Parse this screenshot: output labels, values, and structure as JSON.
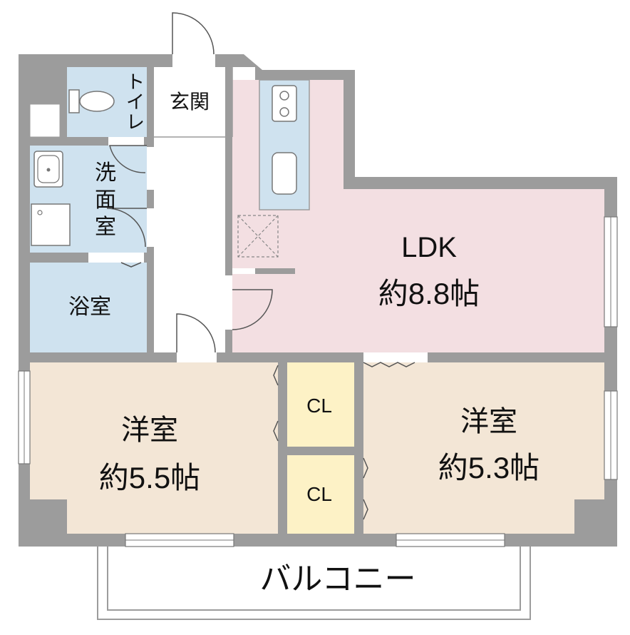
{
  "rooms": {
    "ldk": {
      "name": "LDK",
      "area": "約8.8帖"
    },
    "western_left": {
      "name": "洋室",
      "area": "約5.5帖"
    },
    "western_right": {
      "name": "洋室",
      "area": "約5.3帖"
    },
    "closet_top": {
      "name": "CL"
    },
    "closet_bottom": {
      "name": "CL"
    },
    "bath": {
      "name": "浴室"
    },
    "washroom": {
      "name": "洗面室",
      "chars": [
        "洗",
        "面",
        "室"
      ]
    },
    "toilet": {
      "name": "トイレ",
      "chars": [
        "ト",
        "イ",
        "レ"
      ]
    },
    "entrance": {
      "name": "玄関"
    },
    "balcony": {
      "name": "バルコニー"
    }
  },
  "colors": {
    "wall": "#9c9c9c",
    "ldk_fill": "#f3dfe2",
    "western_fill": "#f3e6d6",
    "closet_fill": "#fdf2c6",
    "wet_fill": "#cfe2ef",
    "floor": "#ffffff"
  }
}
